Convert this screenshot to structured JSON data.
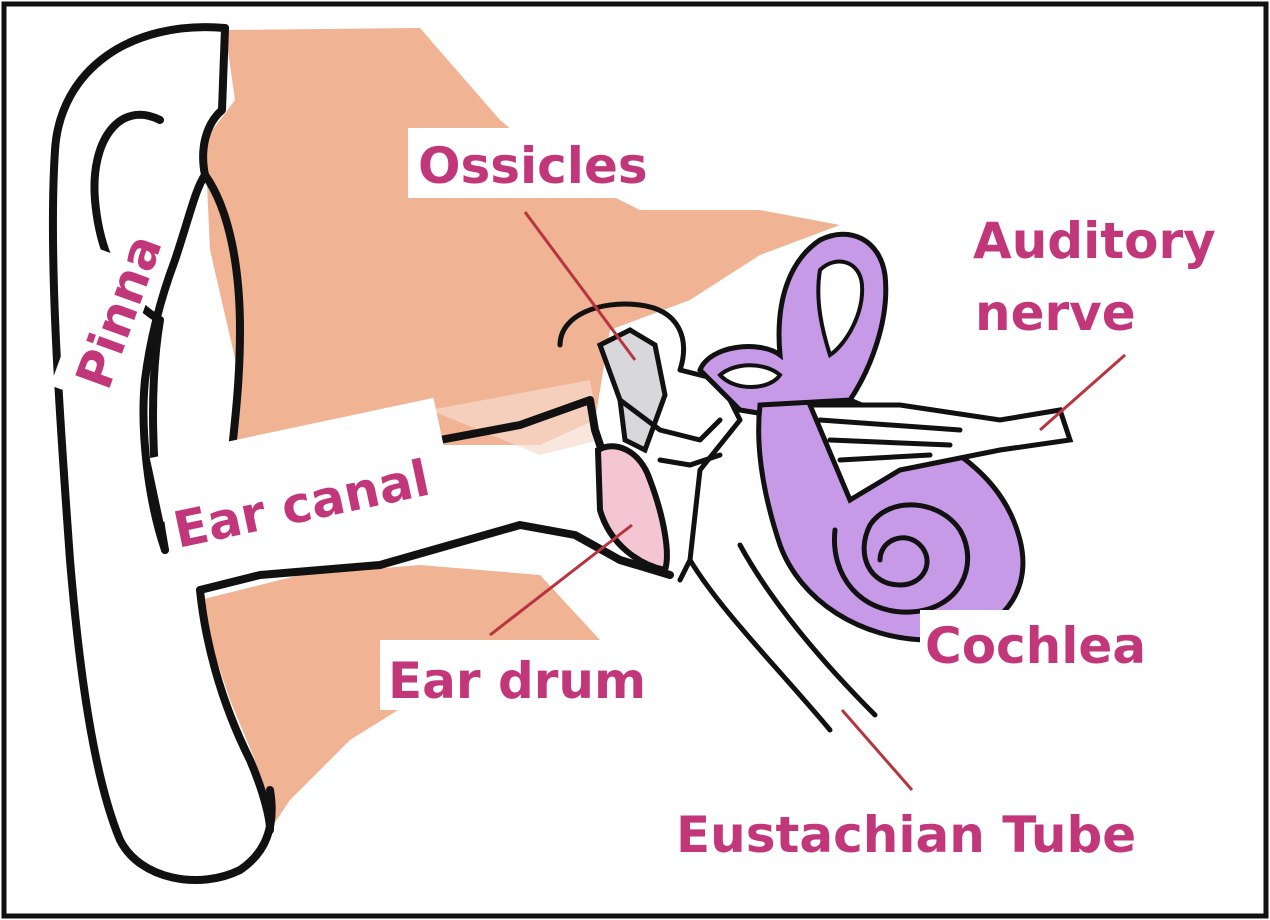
{
  "diagram": {
    "labels": {
      "pinna": "Pinna",
      "ear_canal": "Ear canal",
      "ossicles": "Ossicles",
      "auditory_1": "Auditory",
      "auditory_2": "nerve",
      "ear_drum": "Ear drum",
      "cochlea": "Cochlea",
      "eustachian": "Eustachian Tube"
    },
    "colors": {
      "label": "#c2367a",
      "pointer": "#b8343f",
      "skin": "#f0b394",
      "inner_ear": "#c79ae8",
      "ear_drum": "#f4c6d4",
      "ossicles": "#d8d8dc"
    }
  }
}
